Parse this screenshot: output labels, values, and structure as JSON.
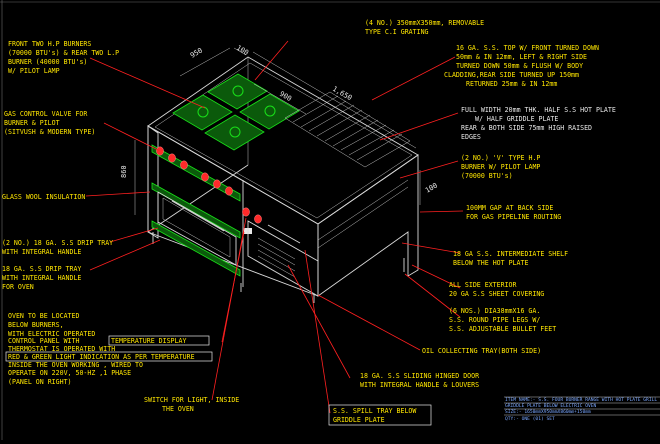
{
  "colors": {
    "background": "#000000",
    "labels": "#ffe600",
    "leaders": "#ff2020",
    "burners": "#19e019",
    "knobs": "#ff2a2a",
    "linework": "#d9d9d9",
    "title_block": "#7aa7ff"
  },
  "dimensions": {
    "width": "950",
    "depth_left": "100",
    "depth_total": "1,650",
    "griddle_width": "900",
    "height": "860",
    "gap": "100"
  },
  "callouts": {
    "grating": [
      "(4 NO.) 350mmX350mm, REMOVABLE",
      "TYPE C.I GRATING"
    ],
    "front_burners": [
      "FRONT TWO H.P BURNERS",
      "(70000 BTU's) & REAR TWO L.P",
      "BURNER (40000 BTU's)",
      "W/ PILOT LAMP"
    ],
    "top": [
      "16 GA. S.S. TOP W/ FRONT TURNED DOWN",
      "50mm & IN 12mm, LEFT & RIGHT SIDE",
      "TURNED DOWN 50mm & FLUSH W/ BODY",
      "CLADDING,REAR SIDE TURNED UP 150mm",
      "RETURNED 25mm & IN 12mm"
    ],
    "gas_valve": [
      "GAS CONTROL VALVE FOR",
      "BURNER & PILOT",
      "(SITVUSH & MODERN TYPE)"
    ],
    "hot_plate": [
      "FULL WIDTH 20mm THK. HALF S.S HOT PLATE",
      "W/ HALF GRIDDLE PLATE",
      "REAR & BOTH SIDE 75mm HIGH RAISED",
      "EDGES"
    ],
    "v_burner": [
      "(2 NO.) 'V' TYPE H.P",
      "BURNER W/ PILOT LAMP",
      "(70000 BTU's)"
    ],
    "glass_wool": [
      "GLASS WOOL INSULATION"
    ],
    "gap_back": [
      "100MM   GAP AT BACK SIDE",
      "FOR GAS PIPELINE ROUTING"
    ],
    "drip_tray": [
      "(2 NO.) 18 GA. S.S DRIP TRAY",
      "WITH INTEGRAL HANDLE"
    ],
    "drip_tray2": [
      "18 GA. S.S DRIP TRAY",
      "WITH INTEGRAL HANDLE",
      "FOR OVEN"
    ],
    "shelf": [
      "18 GA S.S. INTERMEDIATE SHELF",
      "BELOW THE HOT PLATE"
    ],
    "exterior": [
      "ALL SIDE EXTERIOR",
      "20 GA S.S SHEET COVERING"
    ],
    "legs": [
      "(6 NOS.) DIA38mmX16 GA.",
      "S.S. ROUND PIPE LEGS W/",
      "S.S. ADJUSTABLE BULLET FEET"
    ],
    "oven": [
      "OVEN TO BE LOCATED",
      "BELOW BURNERS,",
      "WITH ELECTRIC OPERATED",
      "CONTROL PANEL WITH",
      "TEMPERATURE DISPLAY",
      "THERMOSTAT IS OPERATED WITH",
      "RED & GREEN LIGHT INDICATION AS PER TEMPERATURE",
      "INSIDE THE OVEN WORKING , WIRED TO",
      "OPERATE ON 220V, 50-HZ ,1 PHASE",
      "(PANEL ON RIGHT)"
    ],
    "oil_tray": [
      "OIL COLLECTING TRAY(BOTH SIDE)"
    ],
    "door": [
      "18 GA. S.S SLIDING HINGED DOOR",
      "WITH INTEGRAL HANDLE & LOUVERS"
    ],
    "light": [
      "SWITCH FOR LIGHT, INSIDE",
      "THE OVEN"
    ],
    "spill_tray": [
      "S.S. SPILL TRAY BELOW",
      "GRIDDLE PLATE"
    ]
  },
  "title_block": [
    "ITEM NAME:- S.S. FOUR BURNER RANGE WITH HOT PLATE GRILL",
    "GRIDDLE PLATE BELOW ELECTRIC OVEN",
    "SIZE:- 1650mmX950mmX860mm+150mm",
    "QTY:- ONE (01) SET"
  ]
}
